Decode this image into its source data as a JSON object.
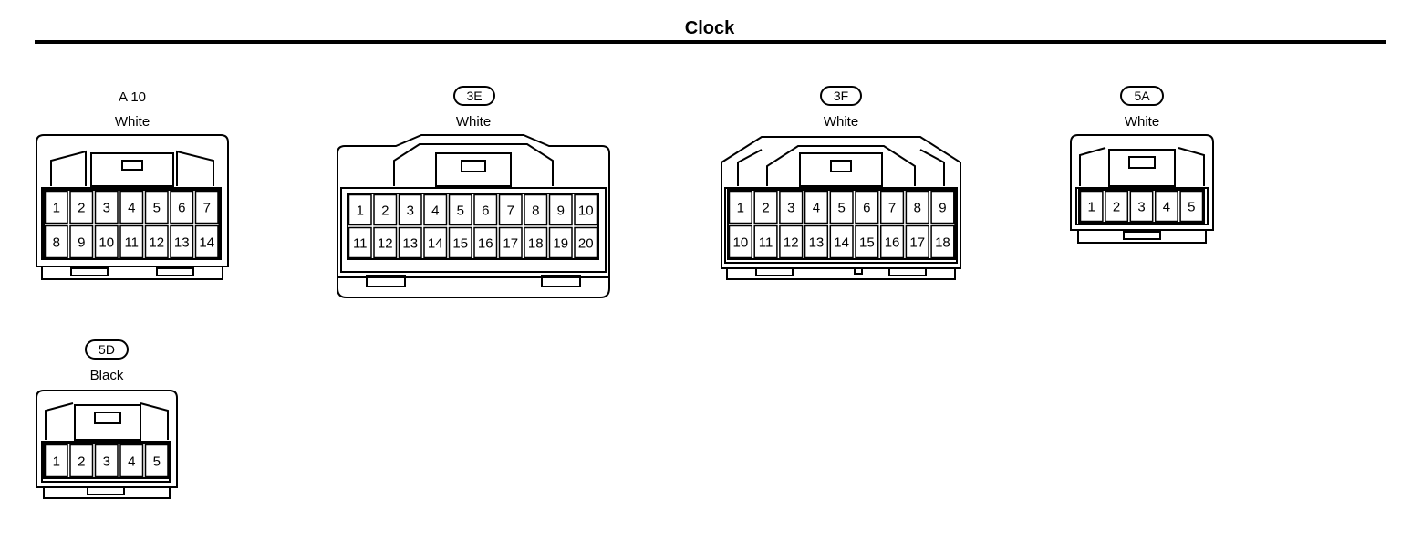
{
  "title": "Clock",
  "connectors": [
    {
      "code": "A 10",
      "code_style": "plain",
      "color": "White",
      "rows": [
        [
          "1",
          "2",
          "3",
          "4",
          "5",
          "6",
          "7"
        ],
        [
          "8",
          "9",
          "10",
          "11",
          "12",
          "13",
          "14"
        ]
      ]
    },
    {
      "code": "3E",
      "code_style": "pill",
      "color": "White",
      "rows": [
        [
          "1",
          "2",
          "3",
          "4",
          "5",
          "6",
          "7",
          "8",
          "9",
          "10"
        ],
        [
          "11",
          "12",
          "13",
          "14",
          "15",
          "16",
          "17",
          "18",
          "19",
          "20"
        ]
      ]
    },
    {
      "code": "3F",
      "code_style": "pill",
      "color": "White",
      "rows": [
        [
          "1",
          "2",
          "3",
          "4",
          "5",
          "6",
          "7",
          "8",
          "9"
        ],
        [
          "10",
          "11",
          "12",
          "13",
          "14",
          "15",
          "16",
          "17",
          "18"
        ]
      ]
    },
    {
      "code": "5A",
      "code_style": "pill",
      "color": "White",
      "rows": [
        [
          "1",
          "2",
          "3",
          "4",
          "5"
        ]
      ]
    },
    {
      "code": "5D",
      "code_style": "pill",
      "color": "Black",
      "rows": [
        [
          "1",
          "2",
          "3",
          "4",
          "5"
        ]
      ]
    }
  ]
}
